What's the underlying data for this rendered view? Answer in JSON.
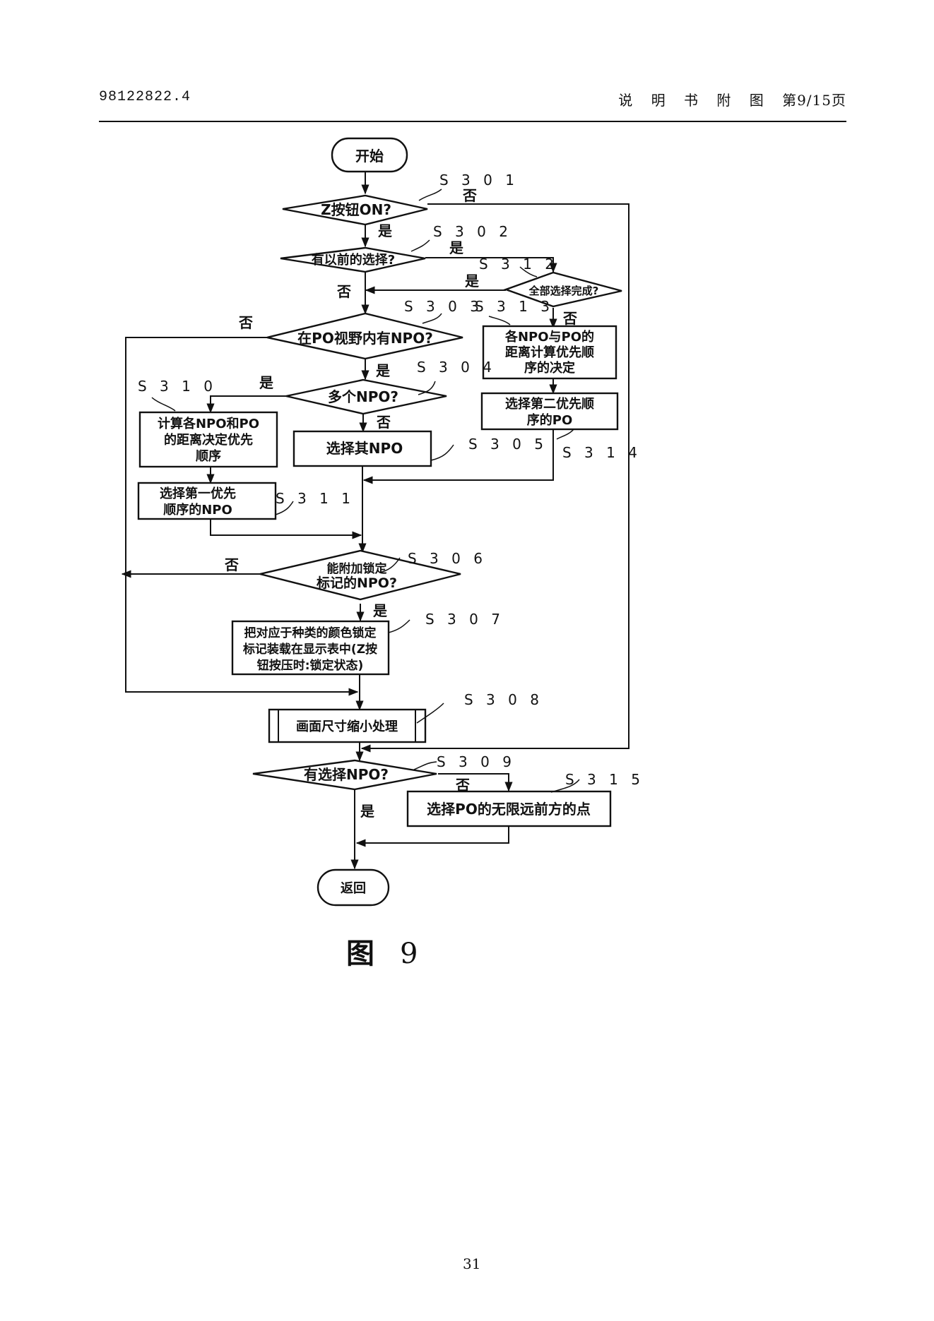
{
  "header": {
    "doc_number": "98122822.4",
    "section": [
      "说",
      "明",
      "书",
      "附",
      "图"
    ],
    "page_of": "第9/15页"
  },
  "flowchart": {
    "start": "开始",
    "end": "返回",
    "yes": "是",
    "no": "否",
    "steps": {
      "S301": {
        "id": "S301",
        "label": "S 3 0 1",
        "lines": [
          "Z按钮ON?"
        ],
        "type": "decision"
      },
      "S302": {
        "id": "S302",
        "label": "S 3 0 2",
        "lines": [
          "有以前的选择?"
        ],
        "type": "decision"
      },
      "S303": {
        "id": "S303",
        "label": "S 3 0 3",
        "lines": [
          "在PO视野内有NPO?"
        ],
        "type": "decision"
      },
      "S304": {
        "id": "S304",
        "label": "S 3 0 4",
        "lines": [
          "多个NPO?"
        ],
        "type": "decision"
      },
      "S305": {
        "id": "S305",
        "label": "S 3 0 5",
        "lines": [
          "选择其NPO"
        ],
        "type": "process"
      },
      "S306": {
        "id": "S306",
        "label": "S 3 0 6",
        "lines": [
          "能附加锁定",
          "标记的NPO?"
        ],
        "type": "decision"
      },
      "S307": {
        "id": "S307",
        "label": "S 3 0 7",
        "lines": [
          "把对应于种类的颜色锁定",
          "标记装载在显示表中(Z按",
          "钮按压时:锁定状态)"
        ],
        "type": "process"
      },
      "S308": {
        "id": "S308",
        "label": "S 3 0 8",
        "lines": [
          "画面尺寸缩小处理"
        ],
        "type": "subroutine"
      },
      "S309": {
        "id": "S309",
        "label": "S 3 0 9",
        "lines": [
          "有选择NPO?"
        ],
        "type": "decision"
      },
      "S310": {
        "id": "S310",
        "label": "S 3 1 0",
        "lines": [
          "计算各NPO和PO",
          "的距离决定优先",
          "顺序"
        ],
        "type": "process"
      },
      "S311": {
        "id": "S311",
        "label": "S 3 1 1",
        "lines": [
          "选择第一优先",
          "顺序的NPO"
        ],
        "type": "process"
      },
      "S312": {
        "id": "S312",
        "label": "S 3 1 2",
        "lines": [
          "全部选择完成?"
        ],
        "type": "decision"
      },
      "S313": {
        "id": "S313",
        "label": "S 3 1 3",
        "lines": [
          "各NPO与PO的",
          "距离计算优先顺",
          "序的决定"
        ],
        "type": "process"
      },
      "S314": {
        "id": "S314",
        "label": "S 3 1 4",
        "lines": [
          "选择第二优先顺",
          "序的PO"
        ],
        "type": "process"
      },
      "S315": {
        "id": "S315",
        "label": "S 3 1 5",
        "lines": [
          "选择PO的无限远前方的点"
        ],
        "type": "process"
      }
    }
  },
  "caption": {
    "prefix": "图",
    "number": "9"
  },
  "page_number": "31"
}
